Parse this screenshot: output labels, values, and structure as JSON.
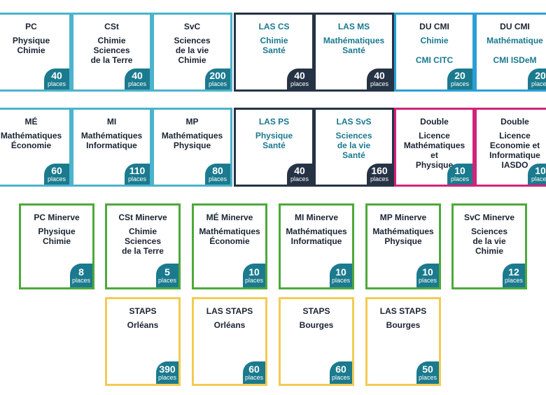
{
  "unit": "places",
  "styles": {
    "cyan": {
      "border": "#4bb3cc",
      "badge": "#1b7a8e",
      "code": "#1a2433",
      "name": "#1a2433"
    },
    "navy": {
      "border": "#263345",
      "badge": "#263345",
      "code": "#1a7890",
      "name": "#1a7890"
    },
    "blue": {
      "border": "#2a9fd6",
      "badge": "#1b7a8e",
      "code": "#1a2433",
      "name": "#1a7890"
    },
    "magenta": {
      "border": "#d2237a",
      "badge": "#1b7a8e",
      "code": "#1a2433",
      "name": "#1a2433"
    },
    "green": {
      "border": "#4ea83a",
      "badge": "#1b7a8e",
      "code": "#1a2433",
      "name": "#1a2433"
    },
    "yellow": {
      "border": "#f3cb53",
      "badge": "#1b7a8e",
      "code": "#1a2433",
      "name": "#1a2433"
    }
  },
  "rows": [
    [
      {
        "code": "PC",
        "name": "Physique\nChimie",
        "places": "40",
        "style": "cyan"
      },
      {
        "code": "CSt",
        "name": "Chimie\nSciences\nde la Terre",
        "places": "40",
        "style": "cyan"
      },
      {
        "code": "SvC",
        "name": "Sciences\nde la vie\nChimie",
        "places": "200",
        "style": "cyan"
      },
      {
        "code": "LAS CS",
        "name": "Chimie\nSanté",
        "places": "40",
        "style": "navy"
      },
      {
        "code": "LAS MS",
        "name": "Mathématiques\nSanté",
        "places": "40",
        "style": "navy"
      },
      {
        "code": "DU CMI",
        "name": "Chimie\n\nCMI CITC",
        "places": "20",
        "style": "blue"
      },
      {
        "code": "DU CMI",
        "name": "Mathématique\n\nCMI ISDeM",
        "places": "20",
        "style": "blue"
      }
    ],
    [
      {
        "code": "MÉ",
        "name": "Mathématiques\nÉconomie",
        "places": "60",
        "style": "cyan"
      },
      {
        "code": "MI",
        "name": "Mathématiques\nInformatique",
        "places": "110",
        "style": "cyan"
      },
      {
        "code": "MP",
        "name": "Mathématiques\nPhysique",
        "places": "80",
        "style": "cyan"
      },
      {
        "code": "LAS PS",
        "name": "Physique\nSanté",
        "places": "40",
        "style": "navy"
      },
      {
        "code": "LAS SvS",
        "name": "Sciences\nde la vie\nSanté",
        "places": "160",
        "style": "navy"
      },
      {
        "code": "Double",
        "name": "Licence\nMathématiques\net\nPhysique",
        "places": "10",
        "style": "magenta"
      },
      {
        "code": "Double",
        "name": "Licence\nEconomie et\nInformatique\nIASDO",
        "places": "10",
        "style": "magenta"
      }
    ],
    [
      {
        "code": "PC Minerve",
        "name": "Physique\nChimie",
        "places": "8",
        "style": "green"
      },
      {
        "code": "CSt Minerve",
        "name": "Chimie\nSciences\nde la Terre",
        "places": "5",
        "style": "green"
      },
      {
        "code": "MÉ Minerve",
        "name": "Mathématiques\nÉconomie",
        "places": "10",
        "style": "green"
      },
      {
        "code": "MI Minerve",
        "name": "Mathématiques\nInformatique",
        "places": "10",
        "style": "green"
      },
      {
        "code": "MP Minerve",
        "name": "Mathématiques\nPhysique",
        "places": "10",
        "style": "green"
      },
      {
        "code": "SvC Minerve",
        "name": "Sciences\nde la vie\nChimie",
        "places": "12",
        "style": "green"
      }
    ],
    [
      {
        "code": "STAPS",
        "name": "Orléans",
        "places": "390",
        "style": "yellow"
      },
      {
        "code": "LAS STAPS",
        "name": "Orléans",
        "places": "60",
        "style": "yellow"
      },
      {
        "code": "STAPS",
        "name": "Bourges",
        "places": "60",
        "style": "yellow"
      },
      {
        "code": "LAS STAPS",
        "name": "Bourges",
        "places": "50",
        "style": "yellow"
      }
    ]
  ]
}
